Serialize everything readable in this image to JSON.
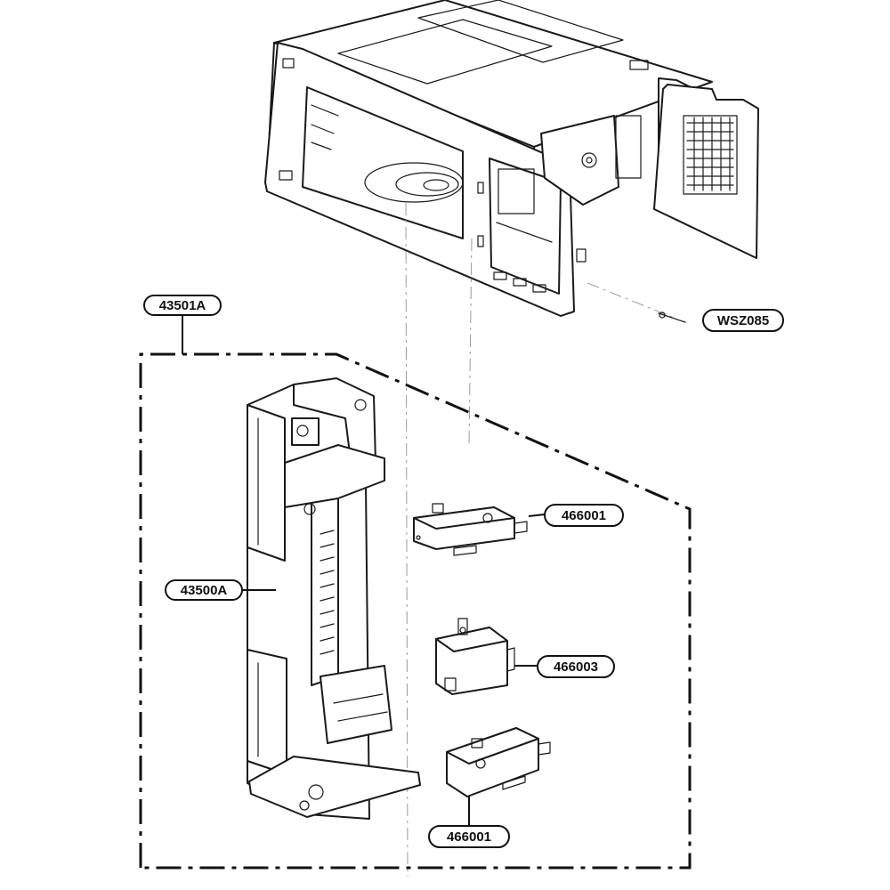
{
  "callouts": {
    "door_interlock_assembly": "43501A",
    "latch_board": "43500A",
    "screw": "WSZ085",
    "primary_switch": "466001",
    "monitor_switch": "466003",
    "secondary_switch": "466001"
  },
  "colors": {
    "line": "#1a1a1a",
    "background": "#ffffff"
  }
}
